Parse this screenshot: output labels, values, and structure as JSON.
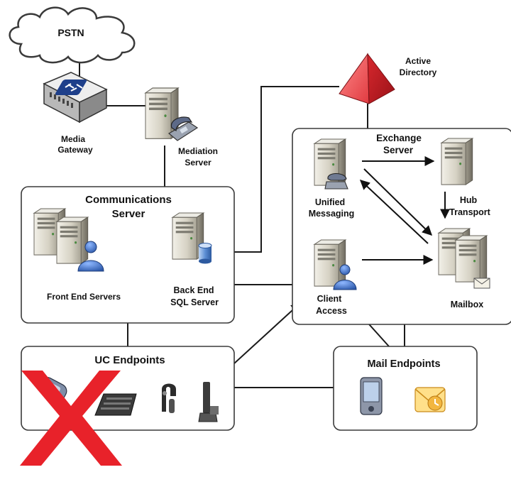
{
  "labels": {
    "pstn": "PSTN",
    "media_gateway": [
      "Media",
      "Gateway"
    ],
    "mediation_server": [
      "Mediation",
      "Server"
    ],
    "active_directory": [
      "Active",
      "Directory"
    ],
    "communications_server": [
      "Communications",
      "Server"
    ],
    "front_end_servers": "Front End Servers",
    "back_end_sql": [
      "Back End",
      "SQL Server"
    ],
    "exchange_server": [
      "Exchange",
      "Server"
    ],
    "unified_messaging": [
      "Unified",
      "Messaging"
    ],
    "hub_transport": [
      "Hub",
      "Transport"
    ],
    "client_access": [
      "Client",
      "Access"
    ],
    "mailbox": "Mailbox",
    "uc_endpoints": "UC Endpoints",
    "mail_endpoints": "Mail Endpoints"
  },
  "colors": {
    "line": "#1a1a1a",
    "box_border": "#444444",
    "server_body": "#d8d4c6",
    "pyramid": "#e0323c",
    "cross": "#e8222a",
    "cloud": "#ffffff",
    "person": "#3a6fc4"
  },
  "icons": [
    "cloud-icon",
    "router-icon",
    "server-icon",
    "phone-icon",
    "pyramid-icon",
    "person-icon",
    "database-icon",
    "pda-icon",
    "outlook-icon",
    "headset-icon",
    "desk-phone-icon",
    "keyboard-icon",
    "cross-icon"
  ]
}
